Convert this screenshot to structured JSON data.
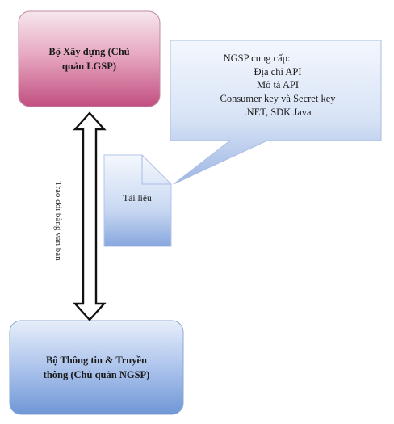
{
  "nodes": {
    "ministry_construction": {
      "line1": "Bộ Xây dựng (Chủ",
      "line2": "quản LGSP)"
    },
    "ministry_info": {
      "line1": "Bộ Thông tin & Truyền",
      "line2": "thông (Chủ quản NGSP)"
    }
  },
  "callout": {
    "heading": "NGSP cung cấp:",
    "items": [
      "Địa chỉ API",
      "Mô tả API",
      "Consumer key và Secret key",
      ".NET, SDK Java"
    ]
  },
  "document": {
    "label": "Tài liệu"
  },
  "arrow": {
    "label": "Trao đổi bằng văn bản"
  },
  "colors": {
    "box_top": "#c24f80",
    "box_bottom": "#6f97d6",
    "callout_fill": "#9db6e3",
    "document_fill": "#88a7de"
  }
}
